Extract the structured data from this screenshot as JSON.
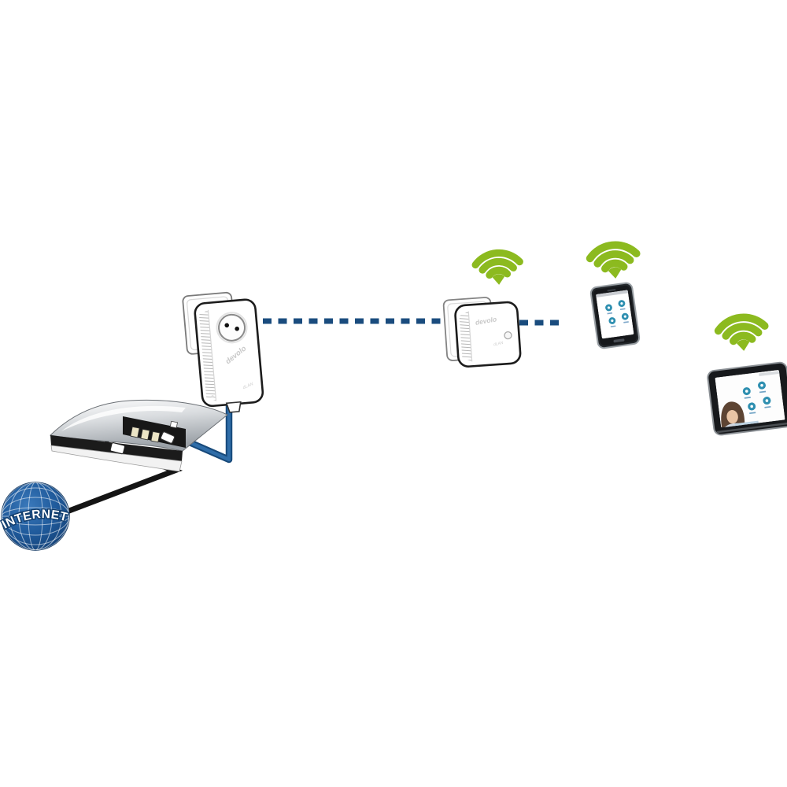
{
  "internet": {
    "label": "INTERNET"
  },
  "router": {
    "name": "wifi-router"
  },
  "adapter_large": {
    "brand": "devolo",
    "model": "dLAN"
  },
  "adapter_small": {
    "brand": "devolo",
    "model": "dLAN"
  },
  "colors": {
    "wifi_green": "#8cba1f",
    "dash_blue": "#1a4c7e",
    "cable_blue": "#2f6da8",
    "cable_black": "#141414",
    "globe_blue": "#1b5291",
    "app_icon_blue": "#2e8fb0"
  }
}
